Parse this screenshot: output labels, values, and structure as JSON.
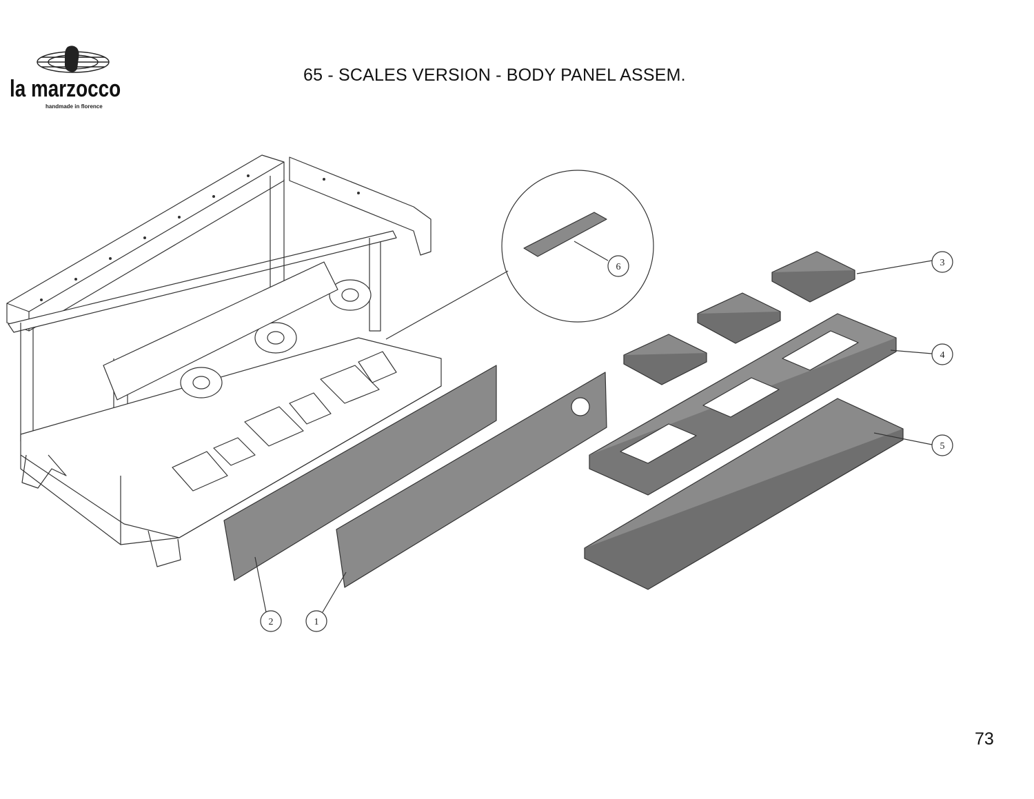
{
  "header": {
    "title": "65 - SCALES VERSION - BODY PANEL ASSEM.",
    "brand": "la marzocco",
    "tagline": "handmade in florence"
  },
  "footer": {
    "page_number": "73"
  },
  "callouts": [
    {
      "id": "c1",
      "label": "1"
    },
    {
      "id": "c2",
      "label": "2"
    },
    {
      "id": "c3",
      "label": "3"
    },
    {
      "id": "c4",
      "label": "4"
    },
    {
      "id": "c5",
      "label": "5"
    },
    {
      "id": "c6",
      "label": "6"
    }
  ],
  "colors": {
    "line": "#333333",
    "panel": "#8a8a8a",
    "panel_dark": "#6f6f6f",
    "panel_light": "#a9a9a9"
  }
}
